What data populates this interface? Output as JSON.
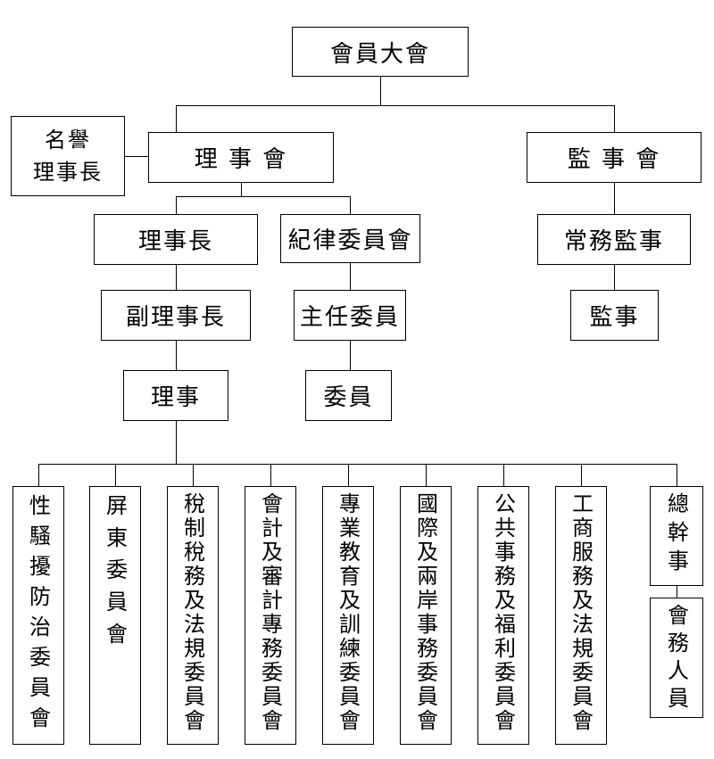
{
  "colors": {
    "border": "#000000",
    "background": "#ffffff",
    "text": "#000000"
  },
  "nodes": {
    "general_assembly": "會員大會",
    "honorary_chairman": {
      "line1": "名譽",
      "line2": "理事長"
    },
    "board_of_directors": "理 事 會",
    "board_of_supervisors": "監 事 會",
    "chairman": "理事長",
    "discipline_committee": "紀律委員會",
    "vice_chairman": "副理事長",
    "chief_commissioner": "主任委員",
    "director": "理事",
    "commissioner": "委員",
    "standing_supervisor": "常務監事",
    "supervisor": "監事",
    "secretary_general": "總幹事",
    "association_staff": "會務人員"
  },
  "committees": [
    {
      "label": "性騷擾防治委員會"
    },
    {
      "label": "屏東委員會"
    },
    {
      "label": "稅制稅務及法規委員會"
    },
    {
      "label": "會計及審計專務委員會"
    },
    {
      "label": "專業教育及訓練委員會"
    },
    {
      "label": "國際及兩岸事務委員會"
    },
    {
      "label": "公共事務及福利委員會"
    },
    {
      "label": "工商服務及法規委員會"
    }
  ],
  "edges": [
    [
      "會員大會",
      "理事會"
    ],
    [
      "會員大會",
      "監事會"
    ],
    [
      "名譽理事長",
      "理事會"
    ],
    [
      "理事會",
      "理事長"
    ],
    [
      "理事會",
      "紀律委員會"
    ],
    [
      "理事長",
      "副理事長"
    ],
    [
      "副理事長",
      "理事"
    ],
    [
      "紀律委員會",
      "主任委員"
    ],
    [
      "主任委員",
      "委員"
    ],
    [
      "監事會",
      "常務監事"
    ],
    [
      "常務監事",
      "監事"
    ],
    [
      "理事",
      "性騷擾防治委員會"
    ],
    [
      "理事",
      "屏東委員會"
    ],
    [
      "理事",
      "稅制稅務及法規委員會"
    ],
    [
      "理事",
      "會計及審計專務委員會"
    ],
    [
      "理事",
      "專業教育及訓練委員會"
    ],
    [
      "理事",
      "國際及兩岸事務委員會"
    ],
    [
      "理事",
      "公共事務及福利委員會"
    ],
    [
      "理事",
      "工商服務及法規委員會"
    ],
    [
      "理事",
      "總幹事"
    ],
    [
      "總幹事",
      "會務人員"
    ]
  ]
}
